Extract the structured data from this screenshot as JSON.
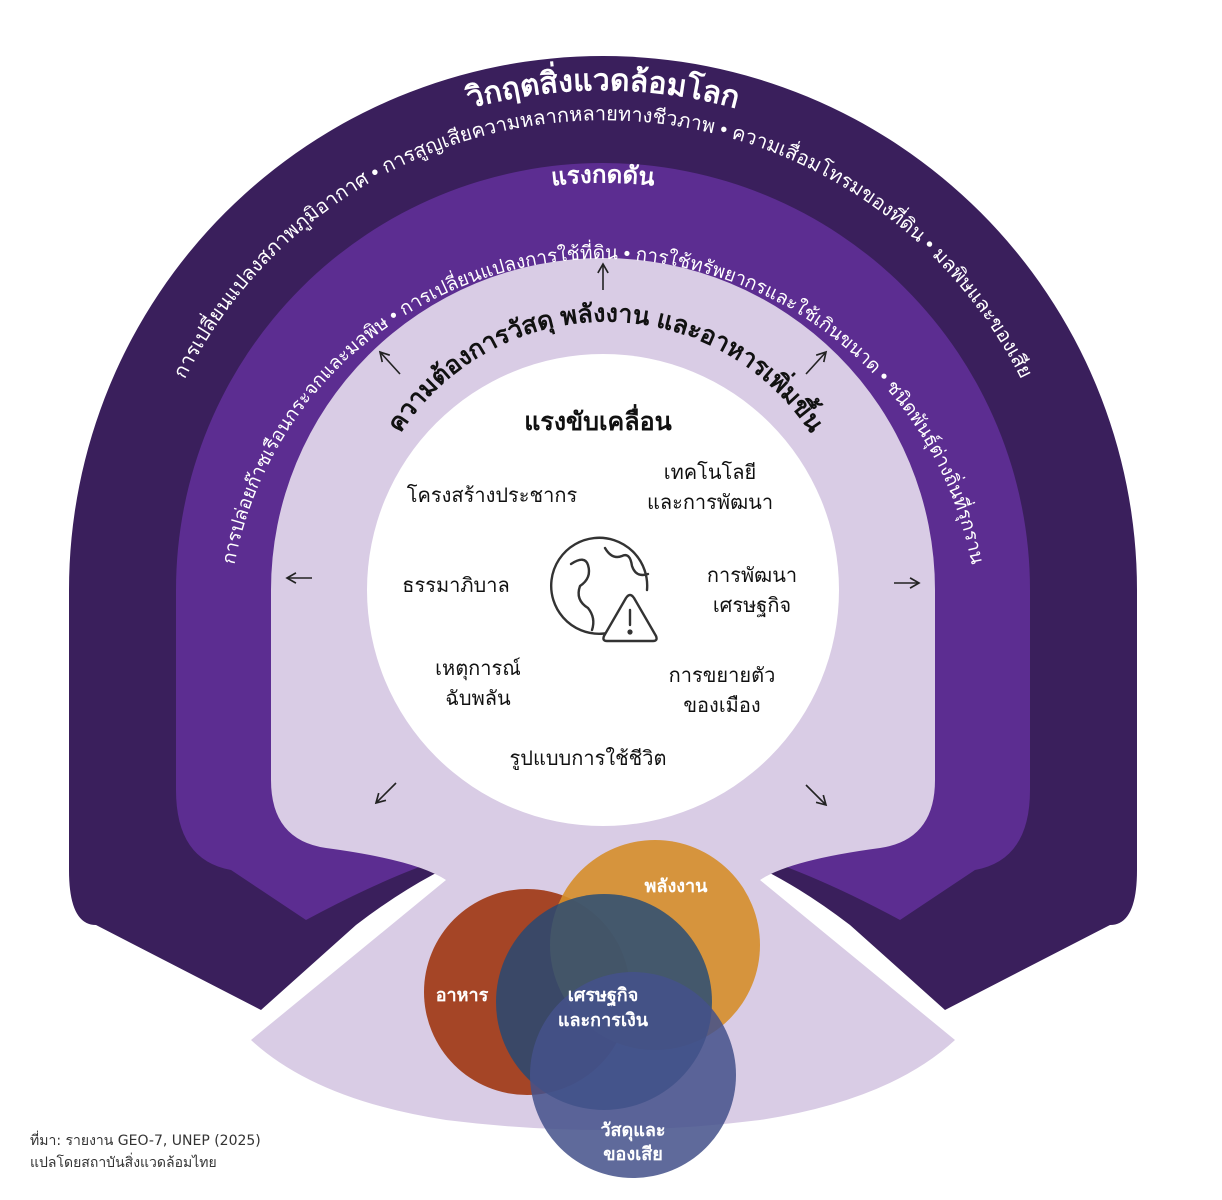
{
  "outer_ring": {
    "title": "วิกฤตสิ่งแวดล้อมโลก",
    "items": [
      "การเปลี่ยนแปลงสภาพภูมิอากาศ",
      "การสูญเสียความหลากหลายทางชีวภาพ",
      "ความเสื่อมโทรมของที่ดิน",
      "มลพิษและของเสีย"
    ]
  },
  "pressure_ring": {
    "title": "แรงกดดัน",
    "items": [
      "การปล่อยก๊าซเรือนกระจกและมลพิษ",
      "การเปลี่ยนแปลงการใช้ที่ดิน",
      "การใช้ทรัพยากรและใช้เกินขนาด",
      "ชนิดพันธุ์ต่างถิ่นที่รุกราน"
    ]
  },
  "demand_ring": {
    "title": "ความต้องการวัสดุ พลังงาน และอาหารเพิ่มขึ้น"
  },
  "drivers": {
    "title": "แรงขับเคลื่อน",
    "items": {
      "demographics": "โครงสร้างประชากร",
      "technology_1": "เทคโนโลยี",
      "technology_2": "และการพัฒนา",
      "governance": "ธรรมาภิบาล",
      "economic_1": "การพัฒนา",
      "economic_2": "เศรษฐกิจ",
      "events_1": "เหตุการณ์",
      "events_2": "ฉับพลัน",
      "urban_1": "การขยายตัว",
      "urban_2": "ของเมือง",
      "lifestyle": "รูปแบบการใช้ชีวิต"
    },
    "icon": "globe-warning-icon"
  },
  "venn": {
    "food": "อาหาร",
    "energy": "พลังงาน",
    "economy_1": "เศรษฐกิจ",
    "economy_2": "และการเงิน",
    "materials_1": "วัสดุและ",
    "materials_2": "ของเสีย"
  },
  "source": {
    "line1": "ที่มา: รายงาน GEO-7, UNEP (2025)",
    "line2": "แปลโดยสถาบันสิ่งแวดล้อมไทย"
  },
  "colors": {
    "outer": "#3a1f5c",
    "pressure": "#5c2d91",
    "demand": "#d9cce5",
    "core": "#ffffff",
    "food": "#a2401e",
    "energy": "#d58e2a",
    "economy": "#1f4878",
    "materials": "#45528b"
  }
}
